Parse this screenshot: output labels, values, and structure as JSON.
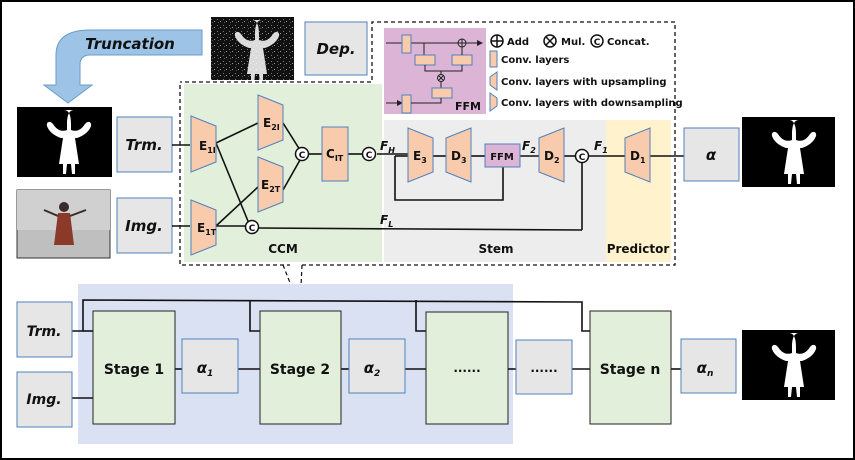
{
  "diagram": {
    "truncation_label": "Truncation",
    "inputs": {
      "depth": "Dep.",
      "trimap": "Trm.",
      "image": "Img."
    },
    "output_alpha": "α",
    "legend": {
      "add": "Add",
      "mul": "Mul.",
      "concat": "Concat.",
      "conv": "Conv. layers",
      "conv_up": "Conv. layers with upsampling",
      "conv_down": "Conv. layers with downsampling",
      "ffm_title": "FFM"
    },
    "ccm": {
      "title": "CCM",
      "e1i": "E",
      "e1i_sub": "1I",
      "e1t": "E",
      "e1t_sub": "1T",
      "e2i": "E",
      "e2i_sub": "2I",
      "e2t": "E",
      "e2t_sub": "2T",
      "cit": "C",
      "cit_sub": "IT"
    },
    "stem": {
      "title": "Stem",
      "e3": "E",
      "e3_sub": "3",
      "d3": "D",
      "d3_sub": "3",
      "ffm": "FFM",
      "d2": "D",
      "d2_sub": "2"
    },
    "predictor": {
      "title": "Predictor",
      "d1": "D",
      "d1_sub": "1"
    },
    "features": {
      "fh": "F",
      "fh_sub": "H",
      "fl": "F",
      "fl_sub": "L",
      "f2": "F",
      "f2_sub": "2",
      "f1": "F",
      "f1_sub": "1"
    },
    "concat_symbol": "C",
    "cascade": {
      "trimap": "Trm.",
      "image": "Img.",
      "stages": [
        "Stage 1",
        "Stage 2",
        "......",
        "Stage n"
      ],
      "alphas": [
        {
          "base": "α",
          "sub": "1"
        },
        {
          "base": "α",
          "sub": "2"
        },
        {
          "base": "......",
          "sub": ""
        },
        {
          "base": "α",
          "sub": "n"
        }
      ]
    },
    "colors": {
      "ccm_bg": "#e2efda",
      "stem_bg": "#ededed",
      "predictor_bg": "#fff2cc",
      "ffm_bg": "#dcb4d6",
      "cascade_bg": "#d9e1f2",
      "block_fill": "#f8cbad",
      "block_stroke": "#4f81bd",
      "label_box": "#e7e6e6",
      "stage_fill": "#e2efda",
      "truncation_arrow": "#9dc3e6"
    }
  }
}
